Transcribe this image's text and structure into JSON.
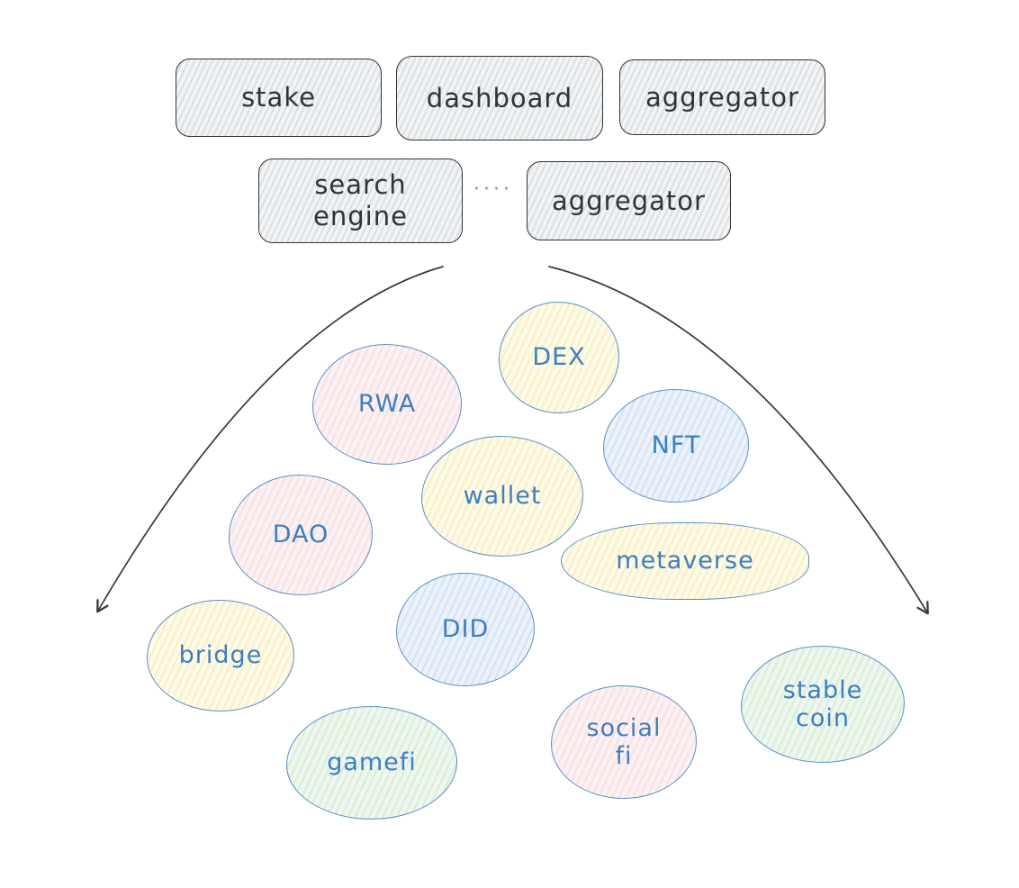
{
  "header_boxes": {
    "row1": [
      {
        "label": "stake"
      },
      {
        "label": "dashboard"
      },
      {
        "label": "aggregator"
      }
    ],
    "row2": [
      {
        "label": "search\nengine"
      },
      {
        "label": "aggregator"
      }
    ],
    "dots": "····"
  },
  "bubbles": [
    {
      "label": "DEX",
      "fill": "#fdfae6"
    },
    {
      "label": "RWA",
      "fill": "#fcf1f2"
    },
    {
      "label": "NFT",
      "fill": "#ebf2fb"
    },
    {
      "label": "wallet",
      "fill": "#fdfae6"
    },
    {
      "label": "DAO",
      "fill": "#fcf1f2"
    },
    {
      "label": "metaverse",
      "fill": "#fdfae6"
    },
    {
      "label": "bridge",
      "fill": "#fdfae6"
    },
    {
      "label": "DID",
      "fill": "#ebf2fb"
    },
    {
      "label": "social\nfi",
      "fill": "#fcf1f2"
    },
    {
      "label": "gamefi",
      "fill": "#eef7ee"
    },
    {
      "label": "stable\ncoin",
      "fill": "#eef7ee"
    }
  ],
  "colors": {
    "box_stroke": "#2f3437",
    "box_fill": "#f1f3f5",
    "bubble_stroke": "#5b8fc9",
    "bubble_text": "#3d7ebf",
    "arrow": "#343a40",
    "background": "#ffffff"
  }
}
